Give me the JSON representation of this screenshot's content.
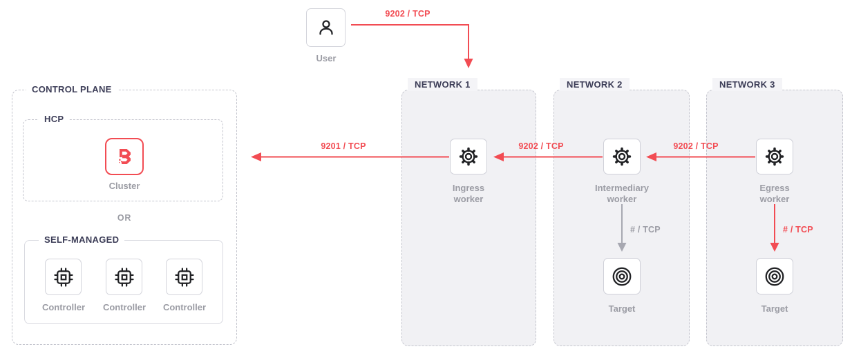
{
  "diagram": {
    "user": {
      "label": "User"
    },
    "control_plane": {
      "title": "CONTROL PLANE",
      "hcp": {
        "title": "HCP",
        "cluster": {
          "label": "Cluster"
        }
      },
      "or_divider": "OR",
      "self_managed": {
        "title": "SELF-MANAGED",
        "controllers": [
          {
            "label": "Controller"
          },
          {
            "label": "Controller"
          },
          {
            "label": "Controller"
          }
        ]
      }
    },
    "networks": [
      {
        "title": "NETWORK 1",
        "worker": {
          "label": "Ingress worker"
        }
      },
      {
        "title": "NETWORK 2",
        "worker": {
          "label": "Intermediary worker"
        },
        "target": {
          "label": "Target"
        }
      },
      {
        "title": "NETWORK 3",
        "worker": {
          "label": "Egress worker"
        },
        "target": {
          "label": "Target"
        }
      }
    ],
    "connections": [
      {
        "id": "user-to-network1",
        "label": "9202 / TCP",
        "port": "9202",
        "protocol": "TCP",
        "color": "#f24c53"
      },
      {
        "id": "ingress-worker-to-control-plane",
        "label": "9201 / TCP",
        "port": "9201",
        "protocol": "TCP",
        "color": "#f24c53"
      },
      {
        "id": "intermediary-worker-to-ingress-worker",
        "label": "9202 / TCP",
        "port": "9202",
        "protocol": "TCP",
        "color": "#f24c53"
      },
      {
        "id": "egress-worker-to-intermediary-worker",
        "label": "9202 / TCP",
        "port": "9202",
        "protocol": "TCP",
        "color": "#f24c53"
      },
      {
        "id": "intermediary-worker-to-target",
        "label": "# / TCP",
        "port": "#",
        "protocol": "TCP",
        "color": "#a7a8b1"
      },
      {
        "id": "egress-worker-to-target",
        "label": "# / TCP",
        "port": "#",
        "protocol": "TCP",
        "color": "#f24c53"
      }
    ],
    "colors": {
      "accent_red": "#f24c53",
      "heading_navy": "#3c3d57",
      "muted_gray": "#9b9ca4",
      "arrow_gray": "#a7a8b1"
    }
  }
}
